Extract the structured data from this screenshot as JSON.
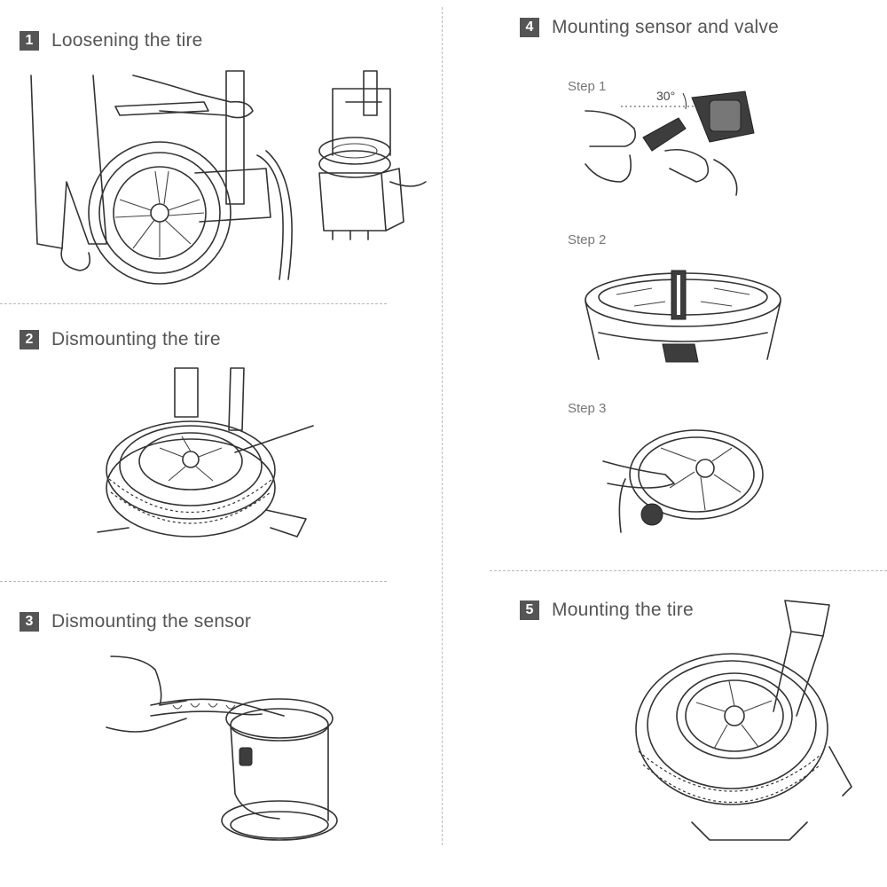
{
  "sections": [
    {
      "number": "1",
      "title": "Loosening the tire"
    },
    {
      "number": "2",
      "title": "Dismounting the tire"
    },
    {
      "number": "3",
      "title": "Dismounting the sensor"
    },
    {
      "number": "4",
      "title": "Mounting sensor and valve"
    },
    {
      "number": "5",
      "title": "Mounting the tire"
    }
  ],
  "steps": [
    "Step 1",
    "Step 2",
    "Step 3"
  ],
  "angle_label": "30°",
  "icons": {
    "section1": [
      "tire-changer-person-illustration",
      "tire-changer-machine-illustration"
    ],
    "section2": [
      "tire-dismount-illustration"
    ],
    "section3": [
      "sensor-removal-illustration"
    ],
    "section4": [
      "sensor-valve-insert-illustration",
      "sensor-rim-illustration",
      "sensor-tighten-illustration"
    ],
    "section5": [
      "tire-mount-illustration"
    ]
  }
}
